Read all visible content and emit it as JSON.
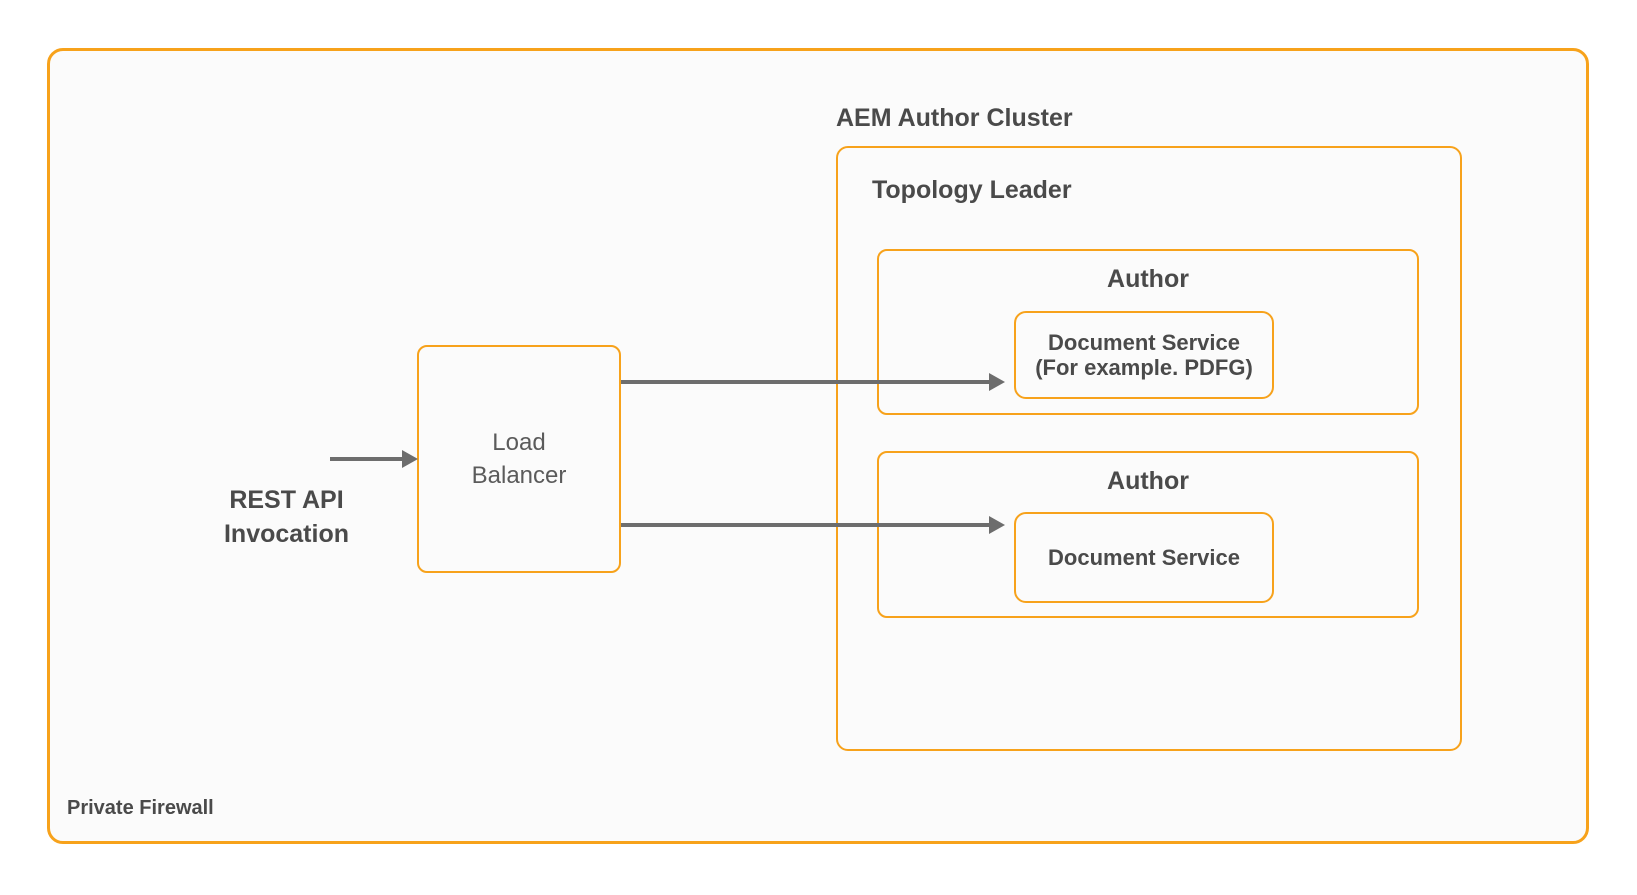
{
  "colors": {
    "accent": "#F7A21B",
    "arrow": "#6D6D6D",
    "text": "#4A4A4A",
    "muted_text": "#5B5B5B",
    "panel_bg": "#FBFBFB"
  },
  "diagram": {
    "private_firewall": {
      "label": "Private Firewall"
    },
    "rest_api": {
      "label_line1": "REST API",
      "label_line2": "Invocation"
    },
    "load_balancer": {
      "label_line1": "Load",
      "label_line2": "Balancer"
    },
    "aem_cluster": {
      "title": "AEM Author Cluster"
    },
    "topology_leader": {
      "label": "Topology Leader"
    },
    "author_node_1": {
      "label": "Author",
      "service_line1": "Document Service",
      "service_line2": "(For example. PDFG)"
    },
    "author_node_2": {
      "label": "Author",
      "service_line1": "Document Service"
    }
  }
}
